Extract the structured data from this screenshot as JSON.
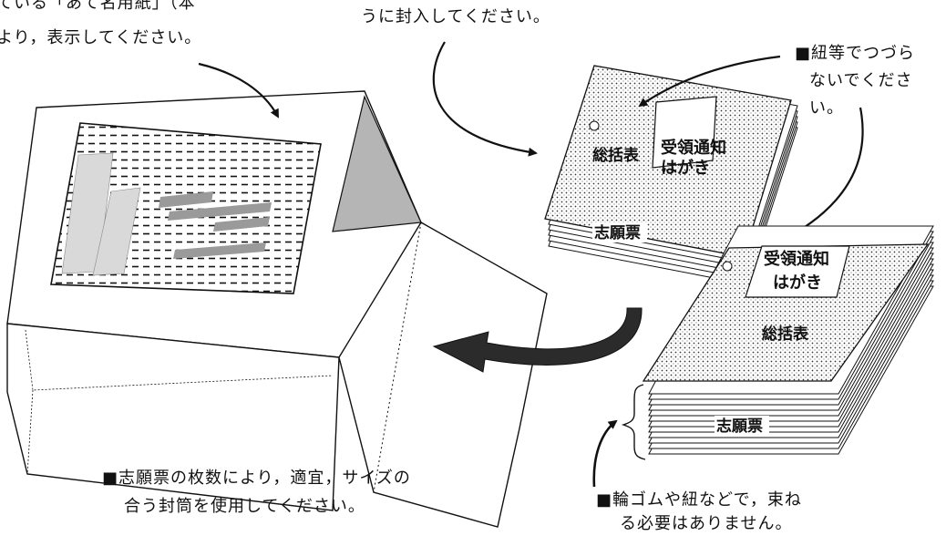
{
  "notes": {
    "top_left_line1": "ている「あて名用紙」（本",
    "top_left_line2": "より，表示してください。",
    "top_center_line1": "うに封入してください。",
    "no_binding_line1": "■紐等でつづら",
    "no_binding_line2": "ないでくださ",
    "no_binding_line3": "い。",
    "envelope_size_line1": "■志願票の枚数により，適宜，サイズの",
    "envelope_size_line2": "合う封筒を使用してください。",
    "no_rubber_band_line1": "■輪ゴムや紐などで，束ね",
    "no_rubber_band_line2": "る必要はありません。"
  },
  "stack_upper": {
    "postcard_line1": "受領通知",
    "postcard_line2": "はがき",
    "summary_sheet": "総括表",
    "application_form": "志願票"
  },
  "stack_lower": {
    "postcard_line1": "受領通知",
    "postcard_line2": "はがき",
    "summary_sheet": "総括表",
    "application_form": "志願票"
  },
  "colors": {
    "ink": "#111111",
    "flap_gray": "#b5b5b5",
    "label_gray": "#d9d9d9",
    "address_bar_gray": "#9a9a9a",
    "arrow_dark": "#2b2b2b"
  }
}
